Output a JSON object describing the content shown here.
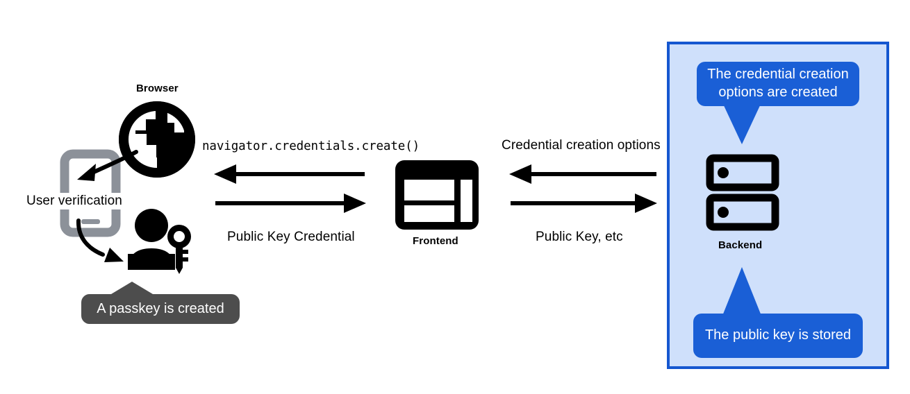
{
  "diagram": {
    "title": "WebAuthn passkey registration flow",
    "background": "#ffffff"
  },
  "colors": {
    "panel_fill": "#cfe0fb",
    "panel_border": "#1557d0",
    "callout_blue": "#1a5fd6",
    "callout_gray": "#4d4d4d",
    "phone_gray": "#8c9199",
    "ink": "#000000",
    "callout_text": "#ffffff"
  },
  "nodes": {
    "browser": {
      "label": "Browser",
      "icon": "globe-icon"
    },
    "phone": {
      "icon": "smartphone-icon"
    },
    "user": {
      "icon": "person-with-key-icon"
    },
    "frontend": {
      "label": "Frontend",
      "icon": "browser-window-icon"
    },
    "backend": {
      "label": "Backend",
      "icon": "server-stack-icon"
    }
  },
  "labels": {
    "user_verification": "User verification",
    "navigator_call": "navigator.credentials.create()",
    "public_key_credential": "Public Key Credential",
    "credential_creation_options": "Credential creation options",
    "public_key_etc": "Public Key, etc"
  },
  "callouts": {
    "passkey_created": "A passkey is created",
    "options_created": "The credential creation options are created",
    "options_created_lines": [
      "The credential creation",
      "options are created"
    ],
    "public_key_stored": "The public key is stored",
    "public_key_stored_lines": [
      "The public key is",
      "stored"
    ]
  },
  "arrows": [
    {
      "name": "browser-to-phone",
      "kind": "curved",
      "direction": "left-down"
    },
    {
      "name": "phone-to-user",
      "kind": "curved",
      "direction": "down-right"
    },
    {
      "name": "frontend-to-browser",
      "kind": "straight",
      "direction": "left",
      "label": "navigator.credentials.create()"
    },
    {
      "name": "browser-to-frontend",
      "kind": "straight",
      "direction": "right",
      "label": "Public Key Credential"
    },
    {
      "name": "backend-to-frontend",
      "kind": "straight",
      "direction": "left",
      "label": "Credential creation options"
    },
    {
      "name": "frontend-to-backend",
      "kind": "straight",
      "direction": "right",
      "label": "Public Key, etc"
    }
  ]
}
